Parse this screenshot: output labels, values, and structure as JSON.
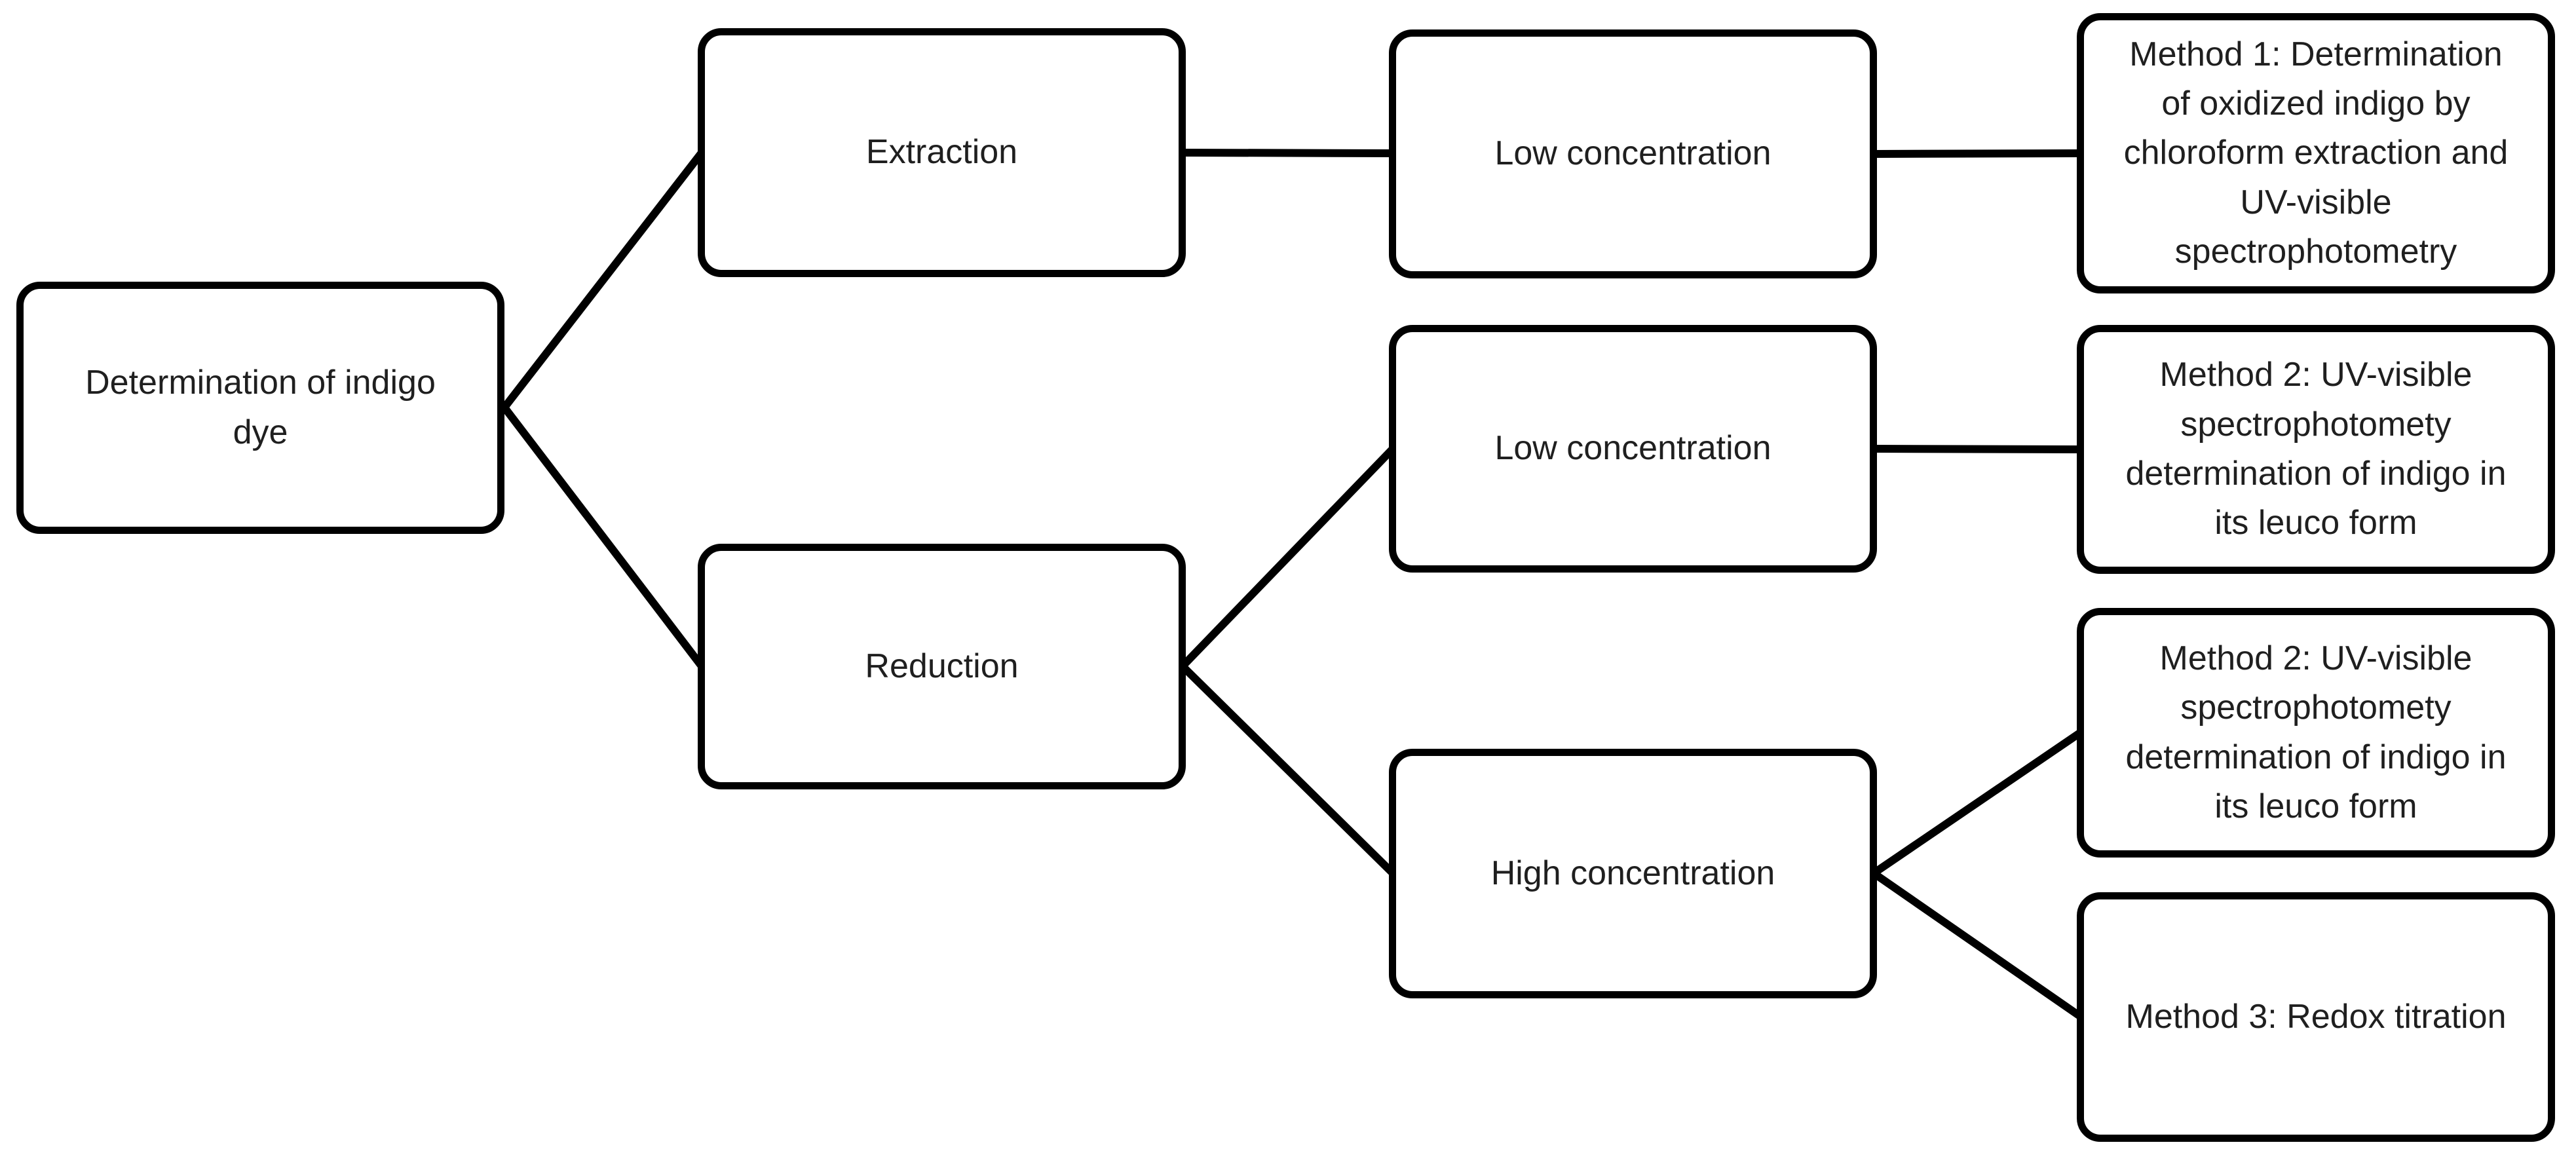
{
  "diagram": {
    "type": "flowchart",
    "orientation": "left-to-right",
    "colors": {
      "background": "#ffffff",
      "box_fill": "#ffffff",
      "box_border": "#000000",
      "connector": "#000000",
      "text": "#1f1f1f"
    },
    "nodes": {
      "root": {
        "id": "root",
        "label": "Determination of indigo\ndye"
      },
      "extraction": {
        "id": "extraction",
        "label": "Extraction"
      },
      "reduction": {
        "id": "reduction",
        "label": "Reduction"
      },
      "low_concentration_extraction": {
        "id": "low_concentration_extraction",
        "label": "Low concentration"
      },
      "low_concentration_reduction": {
        "id": "low_concentration_reduction",
        "label": "Low concentration"
      },
      "high_concentration": {
        "id": "high_concentration",
        "label": "High concentration"
      },
      "method1": {
        "id": "method1",
        "label": "Method 1: Determination\nof oxidized indigo by\nchloroform extraction and\nUV-visible\nspectrophotometry"
      },
      "method2_low": {
        "id": "method2_low",
        "label": "Method 2: UV-visible\nspectrophotomety\ndetermination of indigo in\nits leuco form"
      },
      "method2_high": {
        "id": "method2_high",
        "label": "Method 2: UV-visible\nspectrophotomety\ndetermination of indigo in\nits leuco form"
      },
      "method3": {
        "id": "method3",
        "label": "Method 3: Redox titration"
      }
    },
    "edges": [
      {
        "from": "root",
        "to": "extraction"
      },
      {
        "from": "root",
        "to": "reduction"
      },
      {
        "from": "extraction",
        "to": "low_concentration_extraction"
      },
      {
        "from": "low_concentration_extraction",
        "to": "method1"
      },
      {
        "from": "reduction",
        "to": "low_concentration_reduction"
      },
      {
        "from": "reduction",
        "to": "high_concentration"
      },
      {
        "from": "low_concentration_reduction",
        "to": "method2_low"
      },
      {
        "from": "high_concentration",
        "to": "method2_high"
      },
      {
        "from": "high_concentration",
        "to": "method3"
      }
    ]
  }
}
